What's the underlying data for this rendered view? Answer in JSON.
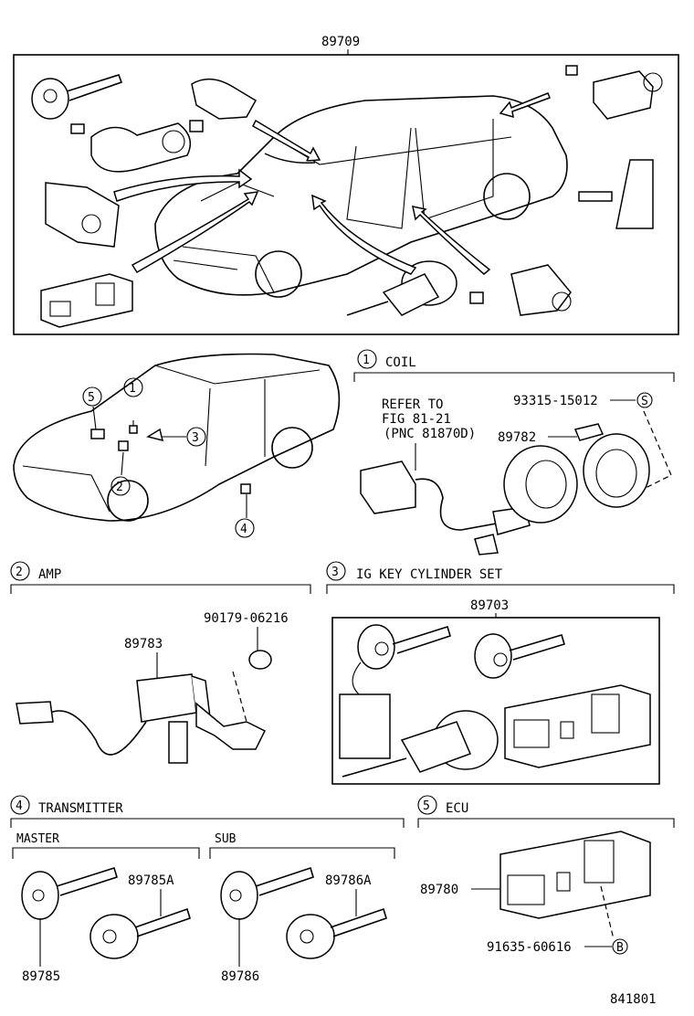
{
  "top_group": {
    "part_no": "89709"
  },
  "section_coil": {
    "num": "1",
    "title": "COIL",
    "refer": [
      "REFER TO",
      "FIG 81-21",
      "(PNC 81870D)"
    ],
    "bolt_no": "93315-15012",
    "bolt_mark": "S",
    "coil_no": "89782"
  },
  "locator": {
    "callouts": [
      "5",
      "1",
      "3",
      "2",
      "4"
    ]
  },
  "section_amp": {
    "num": "2",
    "title": "AMP",
    "amp_no": "89783",
    "bolt_no": "90179-06216"
  },
  "section_ig": {
    "num": "3",
    "title": "IG KEY CYLINDER SET",
    "set_no": "89703"
  },
  "section_tx": {
    "num": "4",
    "title": "TRANSMITTER",
    "master_label": "MASTER",
    "sub_label": "SUB",
    "master_key": "89785",
    "master_key_a": "89785A",
    "sub_key": "89786",
    "sub_key_a": "89786A"
  },
  "section_ecu": {
    "num": "5",
    "title": "ECU",
    "ecu_no": "89780",
    "bolt_no": "91635-60616",
    "bolt_mark": "B"
  },
  "figure_no": "841801"
}
